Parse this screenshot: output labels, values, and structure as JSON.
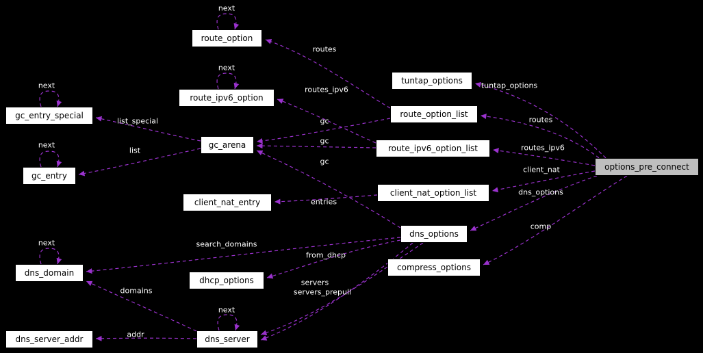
{
  "colors": {
    "background": "#000000",
    "node-fill": "#ffffff",
    "node-text": "#000000",
    "highlight-fill": "#bfbfbf",
    "edge-color": "#9a32cd",
    "edge-label-text": "#ffffff"
  },
  "nodes": {
    "gc_entry_special": {
      "label": "gc_entry_special"
    },
    "gc_entry": {
      "label": "gc_entry"
    },
    "dns_domain": {
      "label": "dns_domain"
    },
    "dns_server_addr": {
      "label": "dns_server_addr"
    },
    "route_option": {
      "label": "route_option"
    },
    "route_ipv6_option": {
      "label": "route_ipv6_option"
    },
    "gc_arena": {
      "label": "gc_arena"
    },
    "client_nat_entry": {
      "label": "client_nat_entry"
    },
    "dhcp_options": {
      "label": "dhcp_options"
    },
    "dns_server": {
      "label": "dns_server"
    },
    "tuntap_options": {
      "label": "tuntap_options"
    },
    "route_option_list": {
      "label": "route_option_list"
    },
    "route_ipv6_option_list": {
      "label": "route_ipv6_option_list"
    },
    "client_nat_option_list": {
      "label": "client_nat_option_list"
    },
    "dns_options": {
      "label": "dns_options"
    },
    "compress_options": {
      "label": "compress_options"
    },
    "options_pre_connect": {
      "label": "options_pre_connect"
    }
  },
  "edges": {
    "self_route_option": {
      "label": "next"
    },
    "self_route_ipv6_option": {
      "label": "next"
    },
    "self_gc_entry_special": {
      "label": "next"
    },
    "self_gc_entry": {
      "label": "next"
    },
    "self_dns_domain": {
      "label": "next"
    },
    "self_dns_server": {
      "label": "next"
    },
    "route_option_list_routes": {
      "label": "routes"
    },
    "route_ipv6_option_list_routes_ipv6": {
      "label": "routes_ipv6"
    },
    "route_option_list_gc": {
      "label": "gc"
    },
    "route_ipv6_option_list_gc": {
      "label": "gc"
    },
    "dns_options_gc": {
      "label": "gc"
    },
    "gc_arena_list_special": {
      "label": "list_special"
    },
    "gc_arena_list": {
      "label": "list"
    },
    "client_nat_option_list_entries": {
      "label": "entries"
    },
    "opc_tuntap_options": {
      "label": "tuntap_options"
    },
    "opc_routes": {
      "label": "routes"
    },
    "opc_routes_ipv6": {
      "label": "routes_ipv6"
    },
    "opc_client_nat": {
      "label": "client_nat"
    },
    "opc_dns_options": {
      "label": "dns_options"
    },
    "opc_comp": {
      "label": "comp"
    },
    "dns_options_search_domains": {
      "label": "search_domains"
    },
    "dns_options_from_dhcp": {
      "label": "from_dhcp"
    },
    "dns_options_servers": {
      "label": "servers"
    },
    "dns_options_servers_prepull": {
      "label": "servers_prepull"
    },
    "dns_server_domains": {
      "label": "domains"
    },
    "dns_server_addr_field": {
      "label": "addr"
    }
  }
}
